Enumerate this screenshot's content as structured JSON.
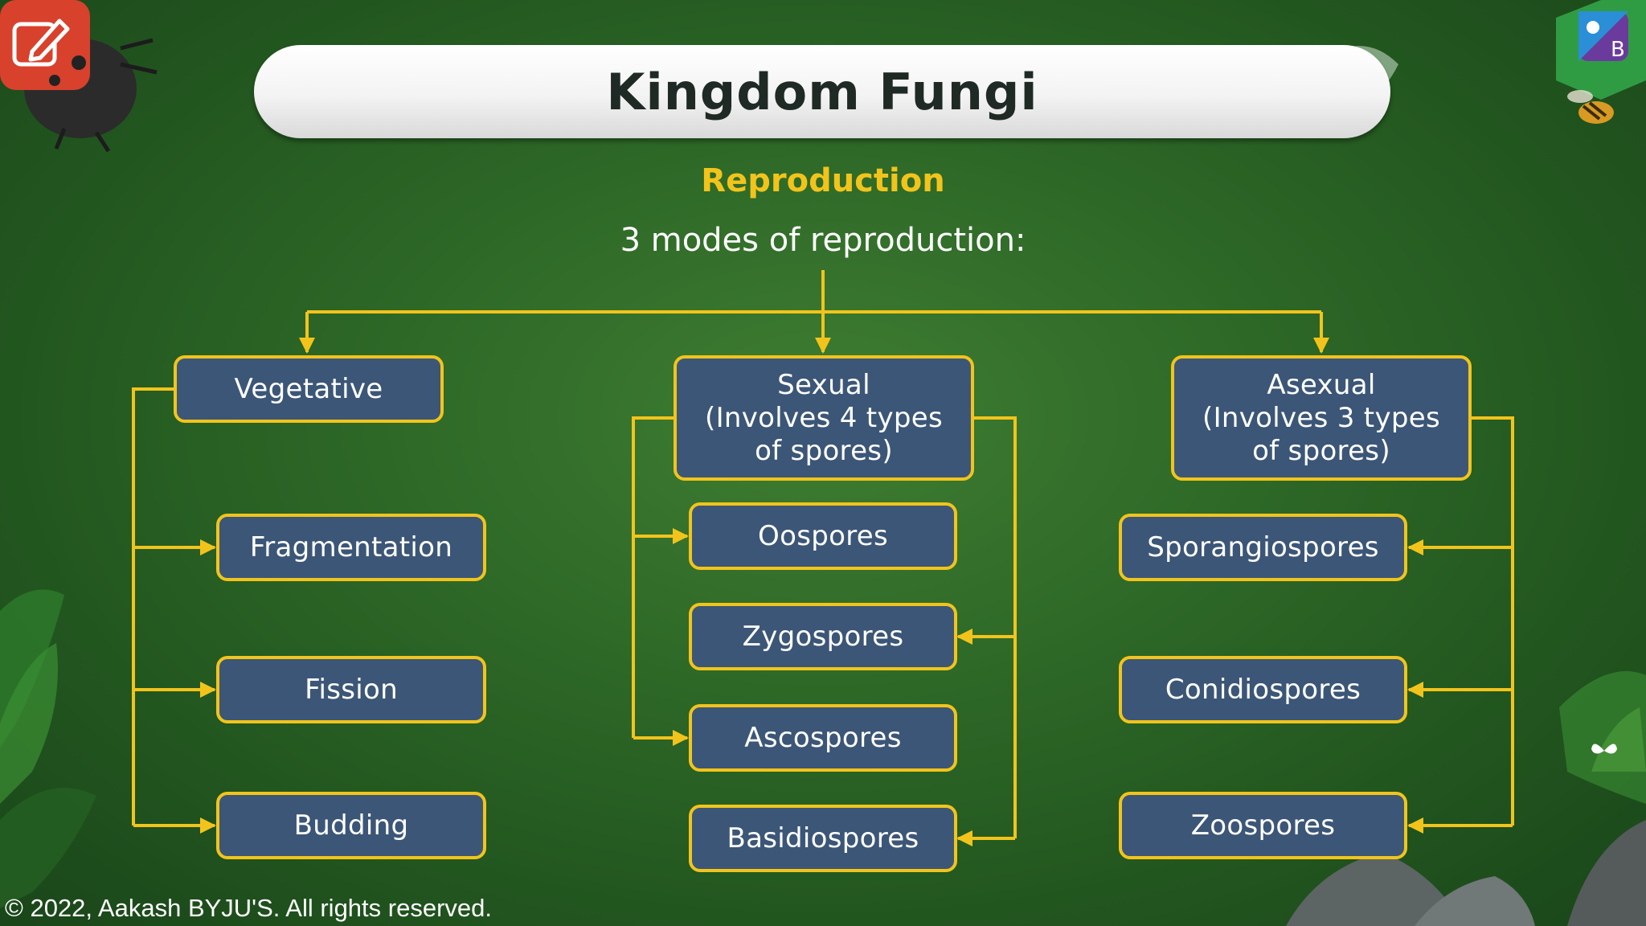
{
  "slide": {
    "title": "Kingdom Fungi",
    "section_heading": "Reproduction",
    "intro": "3 modes of reproduction:",
    "copyright": "© 2022, Aakash BYJU'S. All rights reserved."
  },
  "modes": [
    {
      "label": "Vegetative",
      "items": [
        "Fragmentation",
        "Fission",
        "Budding"
      ]
    },
    {
      "label": "Sexual\n(Involves 4 types\nof spores)",
      "items": [
        "Oospores",
        "Zygospores",
        "Ascospores",
        "Basidiospores"
      ]
    },
    {
      "label": "Asexual\n(Involves 3 types\nof spores)",
      "items": [
        "Sporangiospores",
        "Conidiospores",
        "Zoospores"
      ]
    }
  ],
  "colors": {
    "background": "#2f6a28",
    "box_fill": "#3c5677",
    "accent_yellow": "#f2c41b",
    "text_white": "#ffffff"
  },
  "icons": {
    "edit": "pencil-edit-icon",
    "logo": "byjus-logo-icon"
  }
}
